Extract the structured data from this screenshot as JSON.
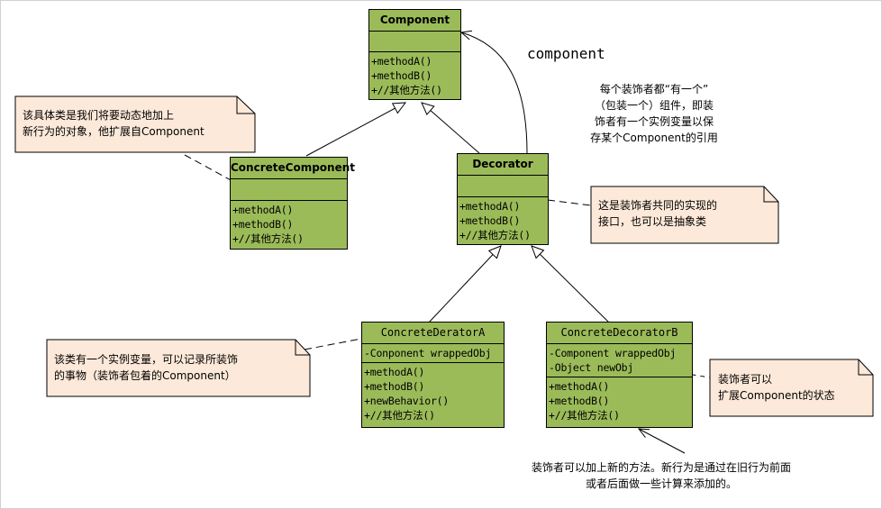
{
  "classes": {
    "component": {
      "name": "Component",
      "fields": [],
      "methods": [
        "+methodA()",
        "+methodB()",
        "+//其他方法()"
      ]
    },
    "concrete_component": {
      "name": "ConcreteComponent",
      "fields": [],
      "methods": [
        "+methodA()",
        "+methodB()",
        "+//其他方法()"
      ]
    },
    "decorator": {
      "name": "Decorator",
      "fields": [],
      "methods": [
        "+methodA()",
        "+methodB()",
        "+//其他方法()"
      ]
    },
    "concrete_decorator_a": {
      "name": "ConcreteDeratorA",
      "fields": [
        "-Conponent wrappedObj"
      ],
      "methods": [
        "+methodA()",
        "+methodB()",
        "+newBehavior()",
        "+//其他方法()"
      ]
    },
    "concrete_decorator_b": {
      "name": "ConcreteDecoratorB",
      "fields": [
        "-Component wrappedObj",
        "-Object newObj"
      ],
      "methods": [
        "+methodA()",
        "+methodB()",
        "+//其他方法()"
      ]
    }
  },
  "labels": {
    "component_association": "component",
    "decorator_has_a": "每个装饰者都“有一个”\n（包装一个）组件，即装\n饰者有一个实例变量以保\n存某个Component的引用",
    "new_methods": "装饰者可以加上新的方法。新行为是通过在旧行为前面\n或者后面做一些计算来添加的。"
  },
  "notes": {
    "concrete_component_note": "该具体类是我们将要动态地加上\n新行为的对象，他扩展自Component",
    "decorator_note": "这是装饰者共同的实现的\n接口，也可以是抽象类",
    "decorator_a_note": "该类有一个实例变量，可以记录所装饰\n的事物（装饰者包着的Component）",
    "decorator_b_note": "装饰者可以\n扩展Component的状态"
  },
  "colors": {
    "class_fill": "#9bbb59",
    "note_fill": "#fde9d9",
    "line": "#000000"
  }
}
